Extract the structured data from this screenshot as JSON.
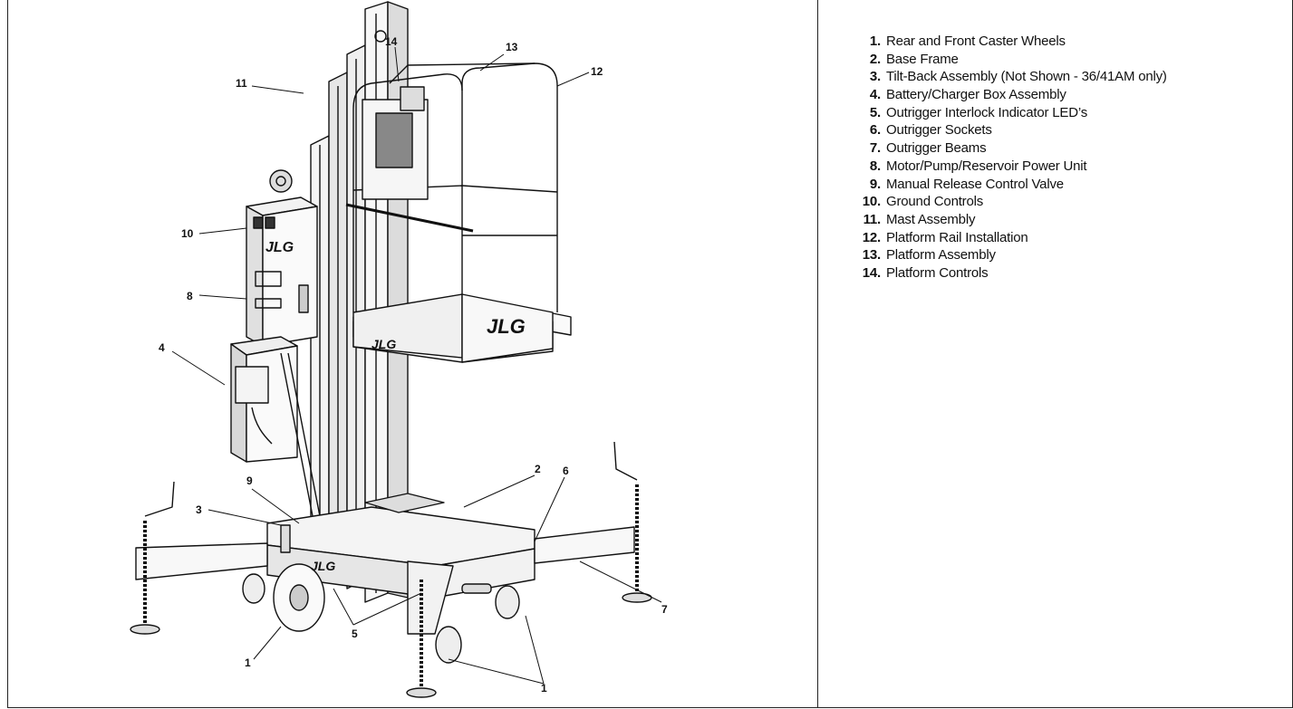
{
  "figure": {
    "logo_text": "JLG",
    "callouts": [
      "1",
      "1",
      "2",
      "3",
      "4",
      "5",
      "6",
      "7",
      "8",
      "9",
      "10",
      "11",
      "12",
      "13",
      "14"
    ]
  },
  "legend": {
    "items": [
      {
        "number": "1.",
        "label": "Rear and Front Caster Wheels"
      },
      {
        "number": "2.",
        "label": "Base Frame"
      },
      {
        "number": "3.",
        "label": "Tilt-Back Assembly (Not Shown - 36/41AM only)"
      },
      {
        "number": "4.",
        "label": "Battery/Charger Box Assembly"
      },
      {
        "number": "5.",
        "label": "Outrigger Interlock Indicator LED’s"
      },
      {
        "number": "6.",
        "label": "Outrigger Sockets"
      },
      {
        "number": "7.",
        "label": "Outrigger Beams"
      },
      {
        "number": "8.",
        "label": "Motor/Pump/Reservoir Power Unit"
      },
      {
        "number": "9.",
        "label": "Manual Release Control Valve"
      },
      {
        "number": "10.",
        "label": "Ground Controls"
      },
      {
        "number": "11.",
        "label": "Mast Assembly"
      },
      {
        "number": "12.",
        "label": "Platform Rail Installation"
      },
      {
        "number": "13.",
        "label": "Platform Assembly"
      },
      {
        "number": "14.",
        "label": "Platform Controls"
      }
    ]
  }
}
